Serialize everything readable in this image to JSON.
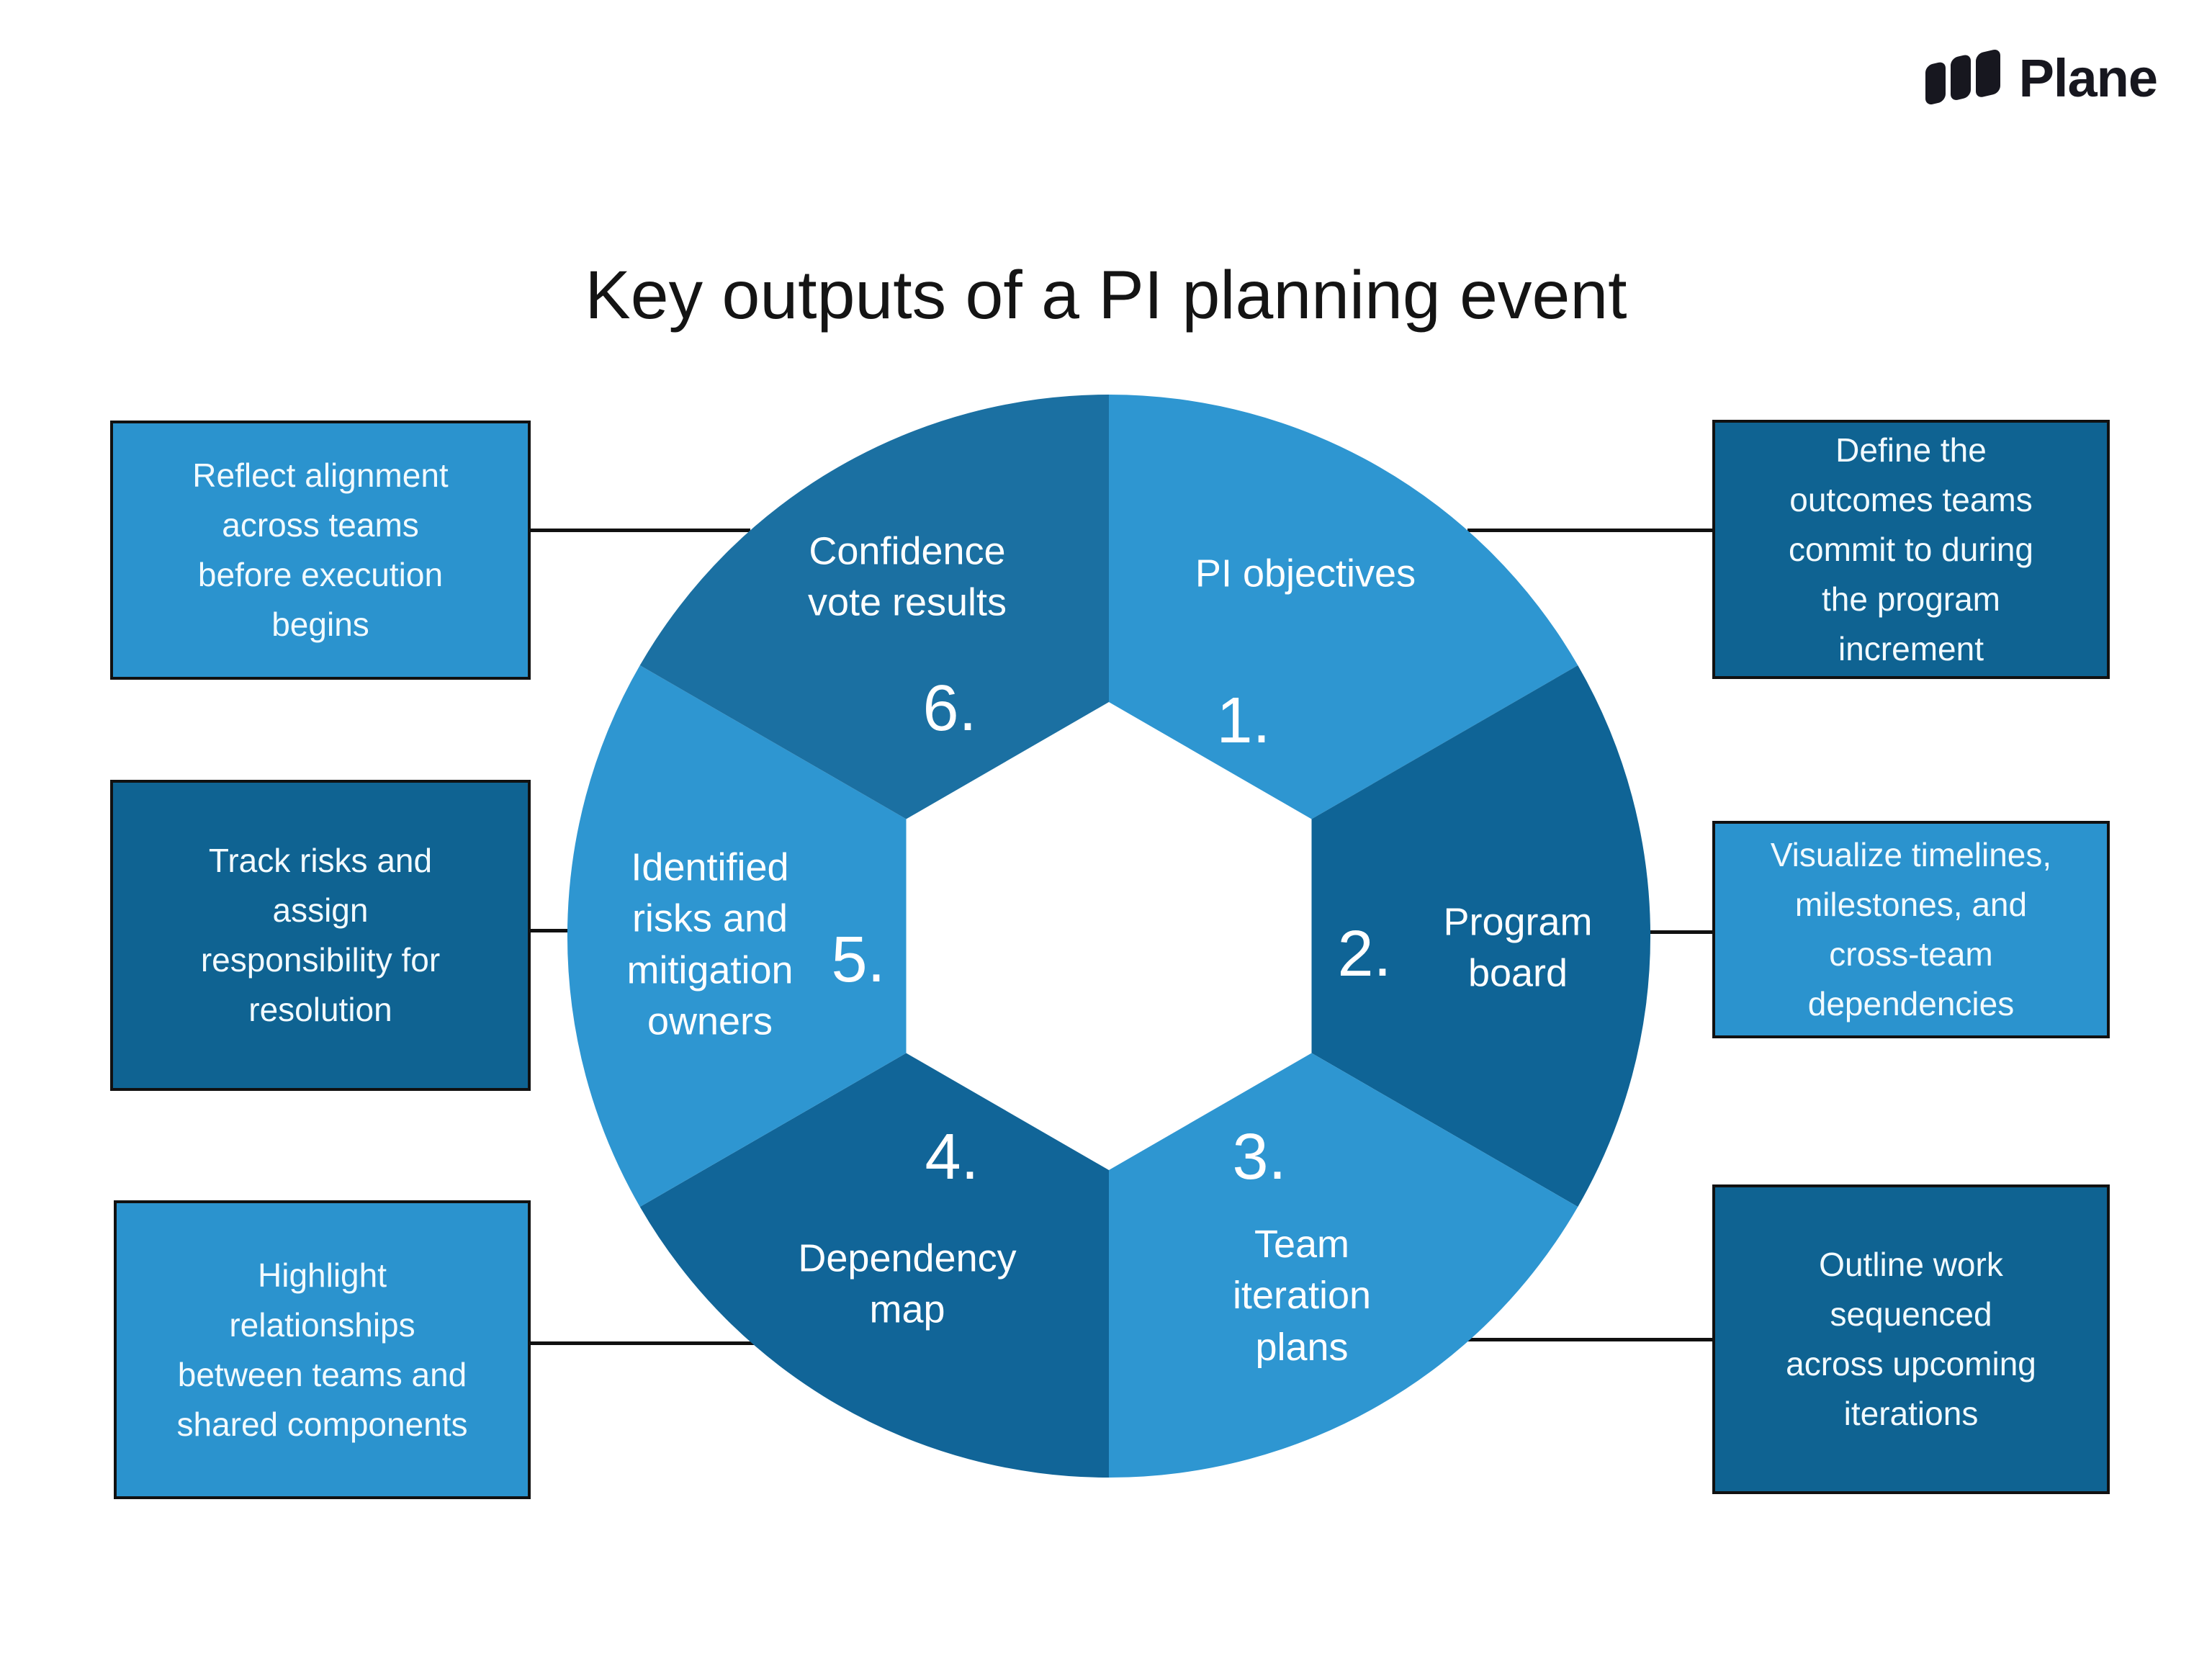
{
  "page": {
    "title": "Key outputs of a PI planning event",
    "background_color": "#ffffff",
    "line_color": "#111111",
    "text_dark_color": "#141414"
  },
  "logo": {
    "brand": "Plane",
    "color": "#17171f"
  },
  "wheel": {
    "hole_color": "#ffffff",
    "light_color": "#2e96d1",
    "dark_color": "#0f6496",
    "segments": [
      {
        "number": "1.",
        "label": "PI objectives",
        "color": "#2e96d1"
      },
      {
        "number": "2.",
        "label": "Program\nboard",
        "color": "#0f6496"
      },
      {
        "number": "3.",
        "label": "Team\niteration\nplans",
        "color": "#2e96d1"
      },
      {
        "number": "4.",
        "label": "Dependency\nmap",
        "color": "#116598"
      },
      {
        "number": "5.",
        "label": "Identified\nrisks and\nmitigation\nowners",
        "color": "#2e96d1"
      },
      {
        "number": "6.",
        "label": "Confidence\nvote results",
        "color": "#1b70a2"
      }
    ]
  },
  "callouts": {
    "left": [
      {
        "text": "Reflect alignment\nacross teams\nbefore execution\nbegins",
        "color": "#2b93ce"
      },
      {
        "text": "Track risks and\nassign\nresponsibility for\nresolution",
        "color": "#0f6392"
      },
      {
        "text": "Highlight\nrelationships\nbetween teams and\nshared components",
        "color": "#2b93ce"
      }
    ],
    "right": [
      {
        "text": "Define the\noutcomes teams\ncommit to during\nthe program\nincrement",
        "color": "#0f6392"
      },
      {
        "text": "Visualize timelines,\nmilestones, and\ncross-team\ndependencies",
        "color": "#2b93ce"
      },
      {
        "text": "Outline work\nsequenced\nacross upcoming\niterations",
        "color": "#0f6392"
      }
    ]
  }
}
